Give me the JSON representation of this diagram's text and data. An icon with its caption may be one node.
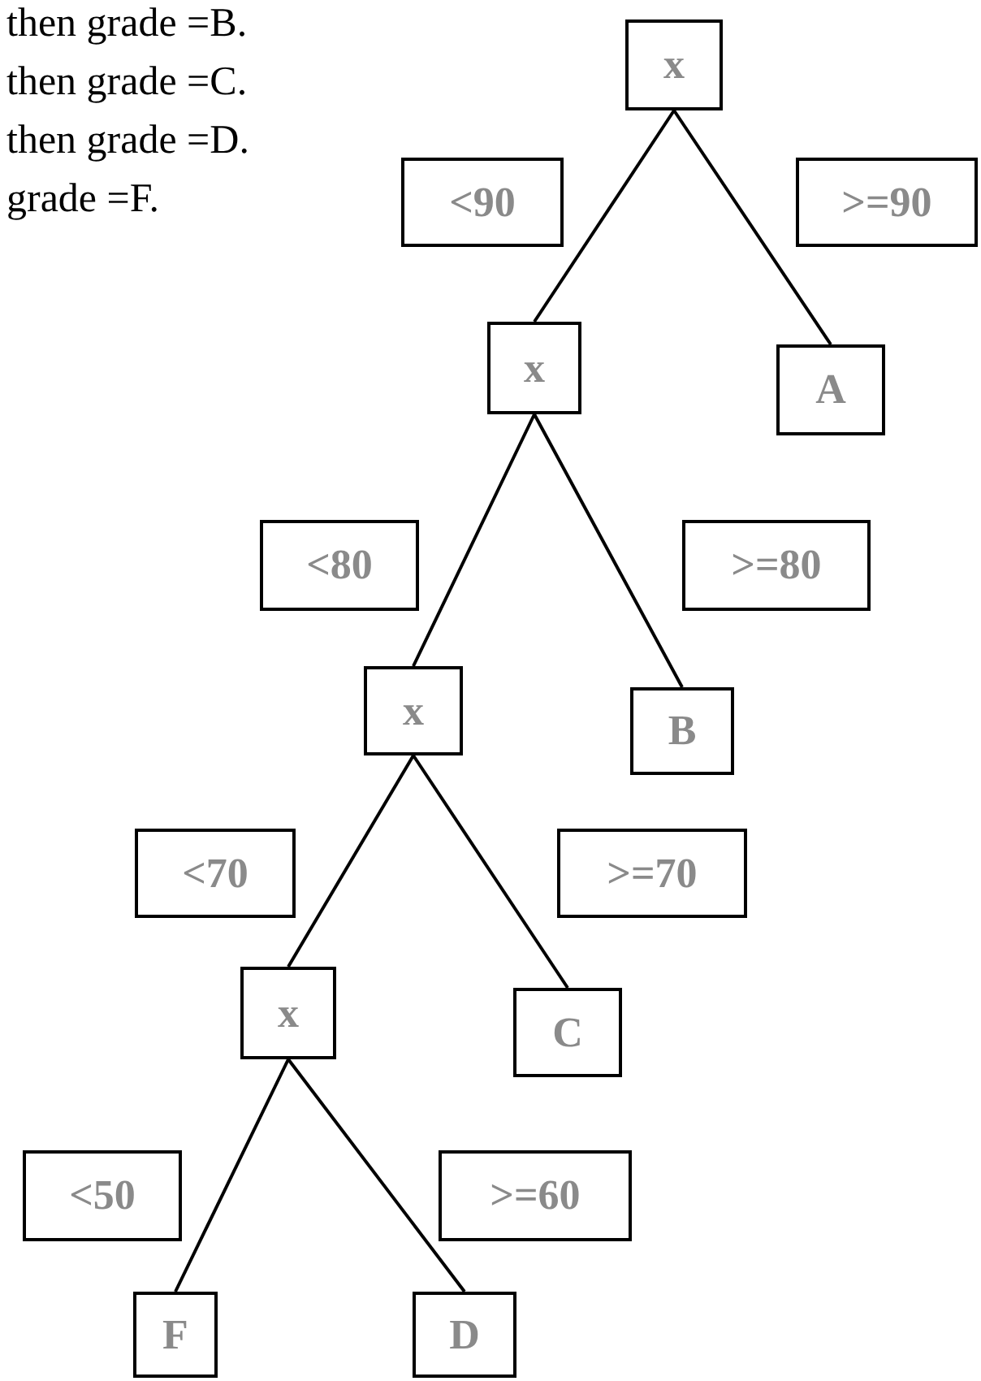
{
  "diagram": {
    "nodes": [
      {
        "text": [
          "x"
        ]
      },
      {
        "text": [
          "x"
        ]
      },
      {
        "text": [
          "A"
        ]
      },
      {
        "text": [
          "x"
        ]
      },
      {
        "text": [
          "B"
        ]
      },
      {
        "text": [
          "x"
        ]
      },
      {
        "text": [
          "C"
        ]
      },
      {
        "text": [
          "F"
        ]
      },
      {
        "text": [
          "D"
        ]
      }
    ],
    "edges": [
      {
        "from": 0,
        "to": 1,
        "arrow": "none",
        "label": "<90"
      },
      {
        "from": 0,
        "to": 2,
        "arrow": "none",
        "label": ">=90"
      },
      {
        "from": 1,
        "to": 3,
        "arrow": "none",
        "label": "<80"
      },
      {
        "from": 1,
        "to": 4,
        "arrow": "none",
        "label": ">=80"
      },
      {
        "from": 3,
        "to": 5,
        "arrow": "none",
        "label": "<70"
      },
      {
        "from": 3,
        "to": 6,
        "arrow": "none",
        "label": ">=70"
      },
      {
        "from": 5,
        "to": 7,
        "arrow": "none",
        "label": "<50"
      },
      {
        "from": 5,
        "to": 8,
        "arrow": "none",
        "label": ">=60"
      }
    ],
    "labels": [
      "then grade =B.",
      "then grade =C.",
      "then grade =D.",
      "grade =F."
    ]
  }
}
